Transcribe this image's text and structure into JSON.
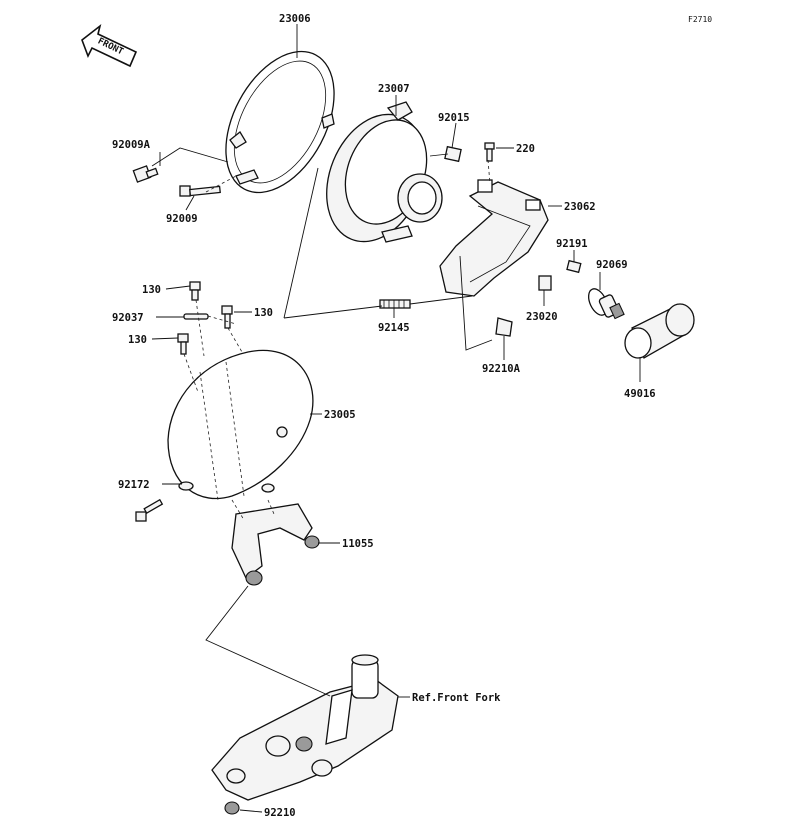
{
  "figure_code": "F2710",
  "direction_arrow": {
    "label": "FRONT",
    "icon": "front-direction-arrow-icon"
  },
  "callouts": [
    {
      "id": "23006",
      "label": "23006"
    },
    {
      "id": "23007",
      "label": "23007"
    },
    {
      "id": "92015",
      "label": "92015"
    },
    {
      "id": "220",
      "label": "220"
    },
    {
      "id": "23062",
      "label": "23062"
    },
    {
      "id": "92009A",
      "label": "92009A"
    },
    {
      "id": "92009",
      "label": "92009"
    },
    {
      "id": "92191",
      "label": "92191"
    },
    {
      "id": "92069",
      "label": "92069"
    },
    {
      "id": "130a",
      "label": "130"
    },
    {
      "id": "130b",
      "label": "130"
    },
    {
      "id": "92037",
      "label": "92037"
    },
    {
      "id": "130c",
      "label": "130"
    },
    {
      "id": "92145",
      "label": "92145"
    },
    {
      "id": "23020",
      "label": "23020"
    },
    {
      "id": "92210A",
      "label": "92210A"
    },
    {
      "id": "49016",
      "label": "49016"
    },
    {
      "id": "23005",
      "label": "23005"
    },
    {
      "id": "92172",
      "label": "92172"
    },
    {
      "id": "11055",
      "label": "11055"
    },
    {
      "id": "ref_front_fork",
      "label": "Ref.Front Fork"
    },
    {
      "id": "92210",
      "label": "92210"
    }
  ]
}
